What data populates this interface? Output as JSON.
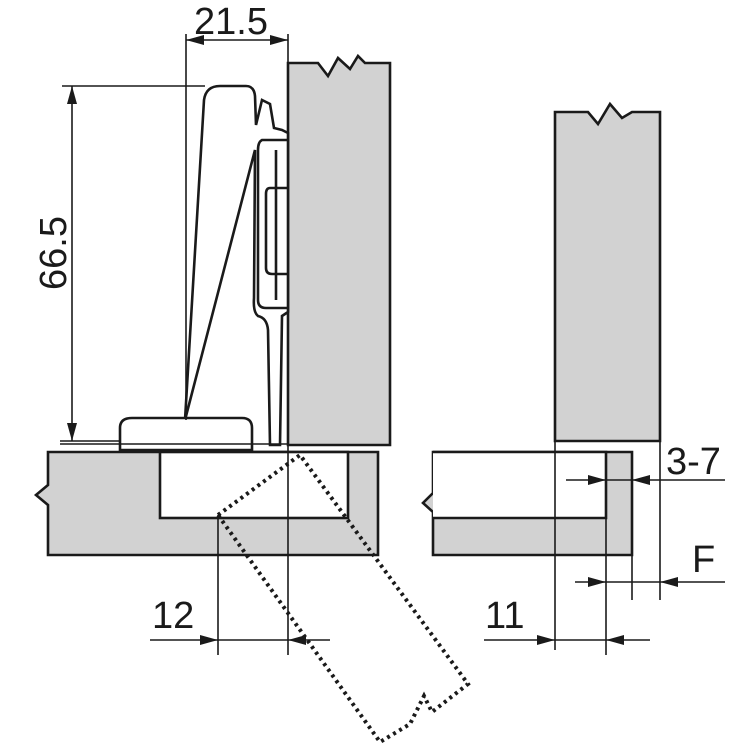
{
  "diagram": {
    "labels": {
      "hinge_width": "21.5",
      "hinge_height": "66.5",
      "drilling_distance_open": "12",
      "drilling_distance_closed": "11",
      "door_gap": "3-7",
      "overlay": "F"
    },
    "colors": {
      "panel_fill": "#d2d2d2",
      "stroke": "#1a1a1a",
      "background": "#ffffff"
    }
  }
}
